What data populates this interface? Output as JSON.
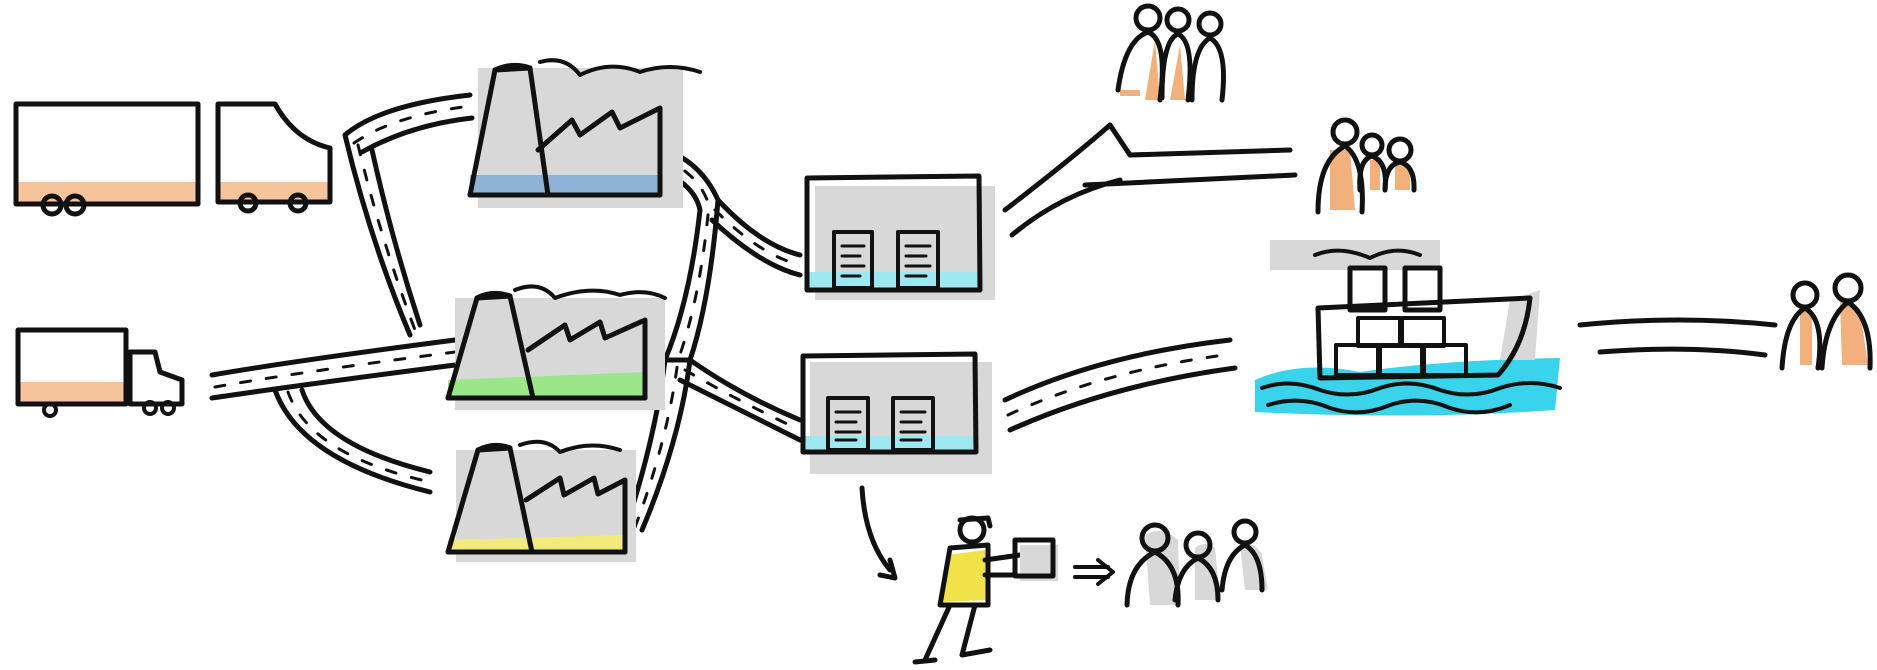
{
  "title": "",
  "colors": {
    "ink": "#111111",
    "shadow": "#d8d8d8",
    "truck_accent": "#f6c39a",
    "factory_blue": "#8fb3d6",
    "factory_green": "#9be58a",
    "factory_yellow": "#f2ea7c",
    "warehouse_water": "#9ee8f2",
    "sea": "#39d3ec",
    "person_accent": "#f2b07c",
    "courier_vest": "#f2e24a"
  },
  "nodes": [
    {
      "id": "truck-1",
      "kind": "semi-trailer truck"
    },
    {
      "id": "truck-2",
      "kind": "box truck"
    },
    {
      "id": "factory-blue",
      "kind": "factory"
    },
    {
      "id": "factory-green",
      "kind": "factory"
    },
    {
      "id": "factory-yellow",
      "kind": "factory"
    },
    {
      "id": "warehouse-1",
      "kind": "warehouse"
    },
    {
      "id": "warehouse-2",
      "kind": "warehouse"
    },
    {
      "id": "customers-1",
      "kind": "group of people"
    },
    {
      "id": "customers-2",
      "kind": "group of people"
    },
    {
      "id": "ship",
      "kind": "cargo ship"
    },
    {
      "id": "customers-3",
      "kind": "pair of people"
    },
    {
      "id": "courier",
      "kind": "delivery person with parcel"
    },
    {
      "id": "customers-4",
      "kind": "group of people"
    }
  ],
  "links": [
    {
      "from": "truck-1",
      "to": "factory-blue"
    },
    {
      "from": "truck-1",
      "to": "factory-green"
    },
    {
      "from": "truck-2",
      "to": "factory-green"
    },
    {
      "from": "truck-2",
      "to": "factory-yellow"
    },
    {
      "from": "factory-blue",
      "to": "warehouse-1"
    },
    {
      "from": "factory-green",
      "to": "warehouse-1"
    },
    {
      "from": "factory-green",
      "to": "warehouse-2"
    },
    {
      "from": "factory-yellow",
      "to": "warehouse-2"
    },
    {
      "from": "warehouse-1",
      "to": "customers-1"
    },
    {
      "from": "warehouse-1",
      "to": "customers-2"
    },
    {
      "from": "warehouse-2",
      "to": "ship"
    },
    {
      "from": "ship",
      "to": "customers-3"
    },
    {
      "from": "warehouse-2",
      "to": "courier"
    },
    {
      "from": "courier",
      "to": "customers-4"
    }
  ]
}
